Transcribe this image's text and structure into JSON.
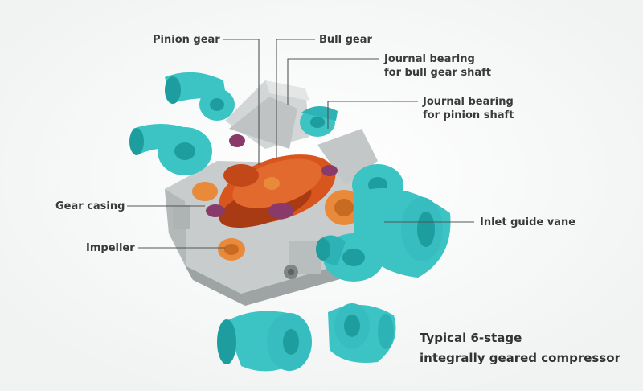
{
  "labels": {
    "pinion_gear": "Pinion gear",
    "bull_gear": "Bull gear",
    "journal_bull_line1": "Journal bearing",
    "journal_bull_line2": "for bull gear shaft",
    "journal_pinion_line1": "Journal bearing",
    "journal_pinion_line2": "for pinion shaft",
    "gear_casing": "Gear casing",
    "impeller": "Impeller",
    "inlet_guide_vane": "Inlet guide vane"
  },
  "caption": {
    "line1": "Typical 6-stage",
    "line2": "integrally geared compressor"
  },
  "colors": {
    "volute": "#3cc4c4",
    "volute_dark": "#1e9d9f",
    "gear": "#d8561e",
    "gear_dark": "#a83a14",
    "impeller": "#e9893a",
    "casing": "#c9cccc",
    "casing_dark": "#9ea3a3",
    "guide_vane": "#6a3a9a",
    "leader": "#555555"
  }
}
